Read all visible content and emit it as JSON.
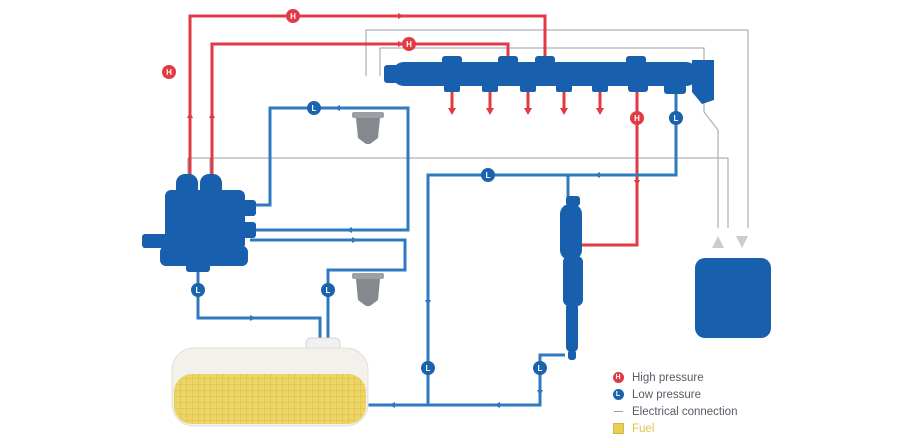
{
  "colors": {
    "high_pressure": "#e03a45",
    "low_pressure": "#1a64ad",
    "component": "#1860ad",
    "electrical": "#9aa0a6",
    "fuel": "#e9cf5a",
    "filter": "#888b8f"
  },
  "markers": {
    "high": "H",
    "low": "L"
  },
  "legend": {
    "high_pressure": "High pressure",
    "low_pressure": "Low pressure",
    "electrical": "Electrical connection",
    "fuel": "Fuel"
  }
}
